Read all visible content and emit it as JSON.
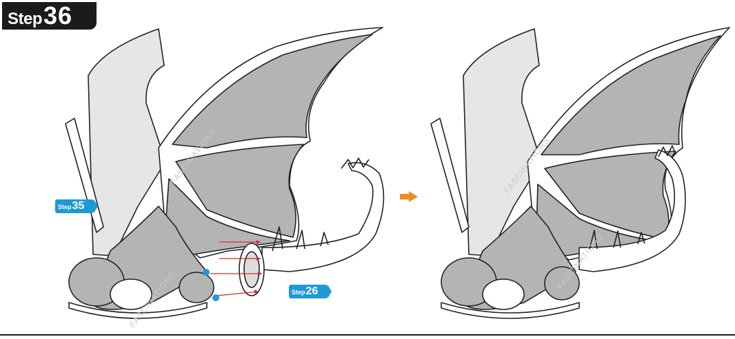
{
  "step_badge": {
    "word": "Step",
    "number": "36"
  },
  "callouts": [
    {
      "word": "Step",
      "number": "35"
    },
    {
      "word": "Step",
      "number": "26"
    }
  ],
  "watermark": "FASCINATIONS",
  "colors": {
    "badge": "#1b1b1b",
    "callout": "#1d9ad6",
    "arrow": "#f08a1c",
    "guide_lines": "#d42a2a",
    "dots": "#1d9ad6",
    "wing_membrane": "#b4b4b4",
    "wing_light": "#e6e6e6"
  }
}
